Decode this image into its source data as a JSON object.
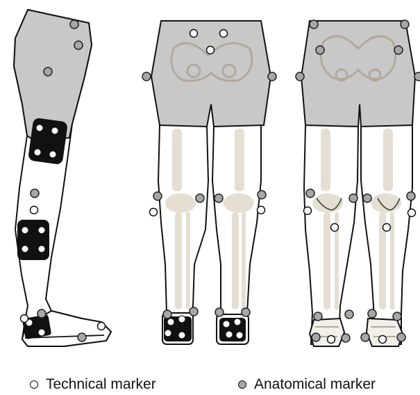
{
  "figure": {
    "views": [
      "lateral-view",
      "anterior-view",
      "posterior-view"
    ],
    "colors": {
      "outline": "#111111",
      "thigh_fill": "#c8c8c8",
      "bone_tint": "#d8cfc2",
      "technical_marker": "#ffffff",
      "anatomical_marker": "#a7a7a7",
      "cluster_plate": "#111111"
    }
  },
  "legend": {
    "technical_label": "Technical marker",
    "anatomical_label": "Anatomical marker"
  }
}
